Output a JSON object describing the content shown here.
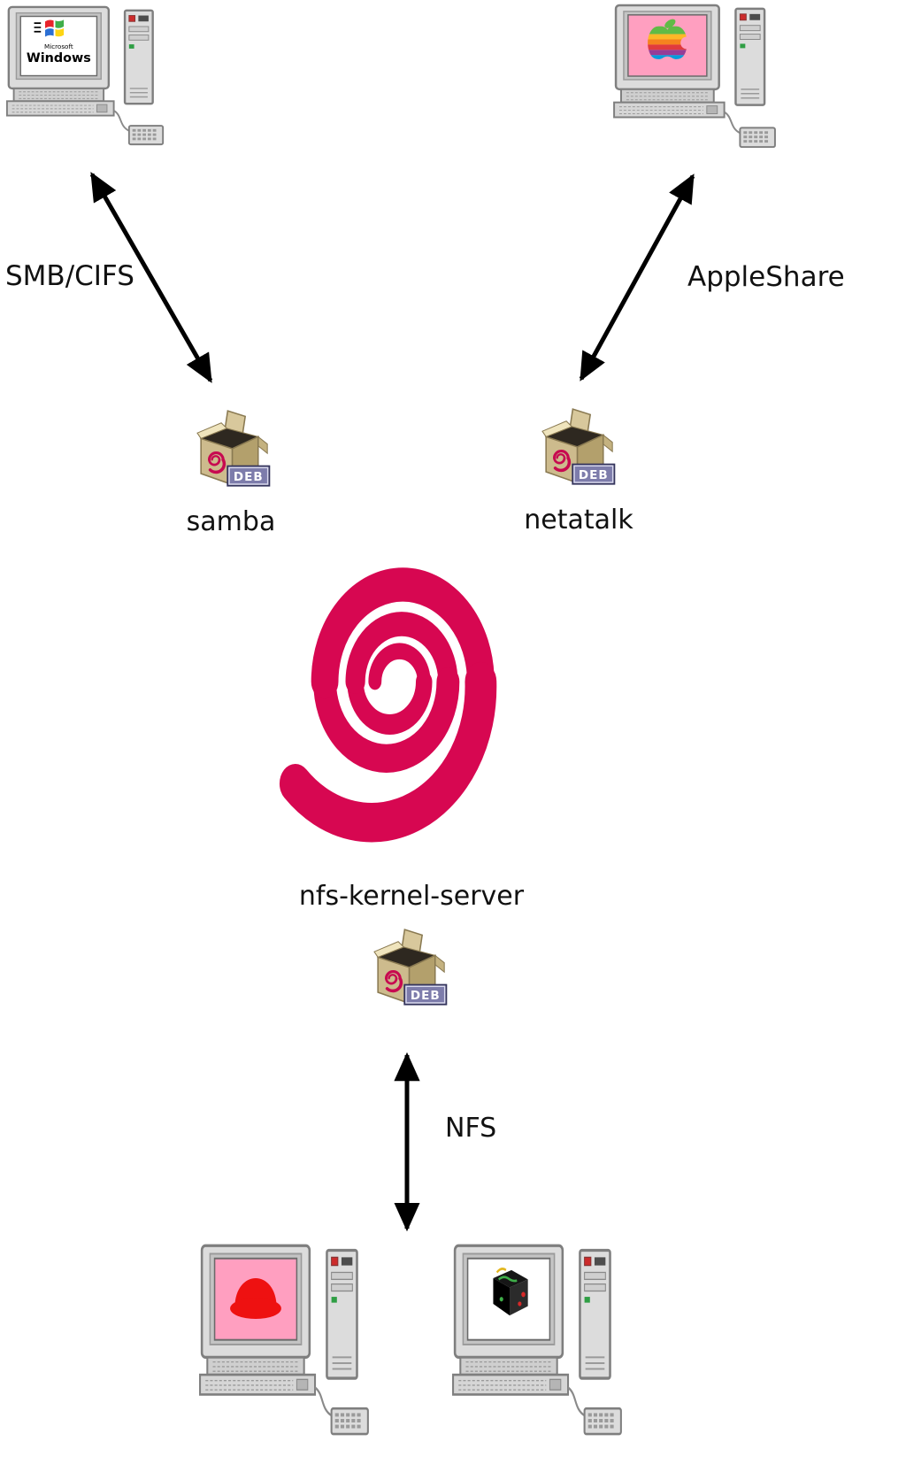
{
  "diagram": {
    "protocols": {
      "smb": "SMB/CIFS",
      "appleshare": "AppleShare",
      "nfs": "NFS"
    },
    "packages": {
      "samba": {
        "label": "samba",
        "badge": "DEB"
      },
      "netatalk": {
        "label": "netatalk",
        "badge": "DEB"
      },
      "nfs_kernel_server": {
        "label": "nfs-kernel-server",
        "badge": "DEB"
      }
    },
    "clients": {
      "windows": {
        "brand": "Microsoft",
        "os": "Windows"
      }
    },
    "icons": {
      "windows_logo": "svg-shape",
      "apple_rainbow_logo": "svg-shape",
      "red_hat_logo": "svg-shape",
      "unix_cube_logo": "svg-shape",
      "debian_swirl": "svg-shape",
      "deb_package_box": "svg-shape",
      "desktop_computer": "svg-shape",
      "double_headed_arrow": "svg-shape"
    },
    "colors": {
      "debian_swirl": "#d70751",
      "package_tan": "#cdbb8d",
      "badge_blue": "#7d7cab",
      "screen_pink": "#ff9fc0",
      "redhat_red": "#ee1111",
      "arrow": "#000000"
    }
  }
}
